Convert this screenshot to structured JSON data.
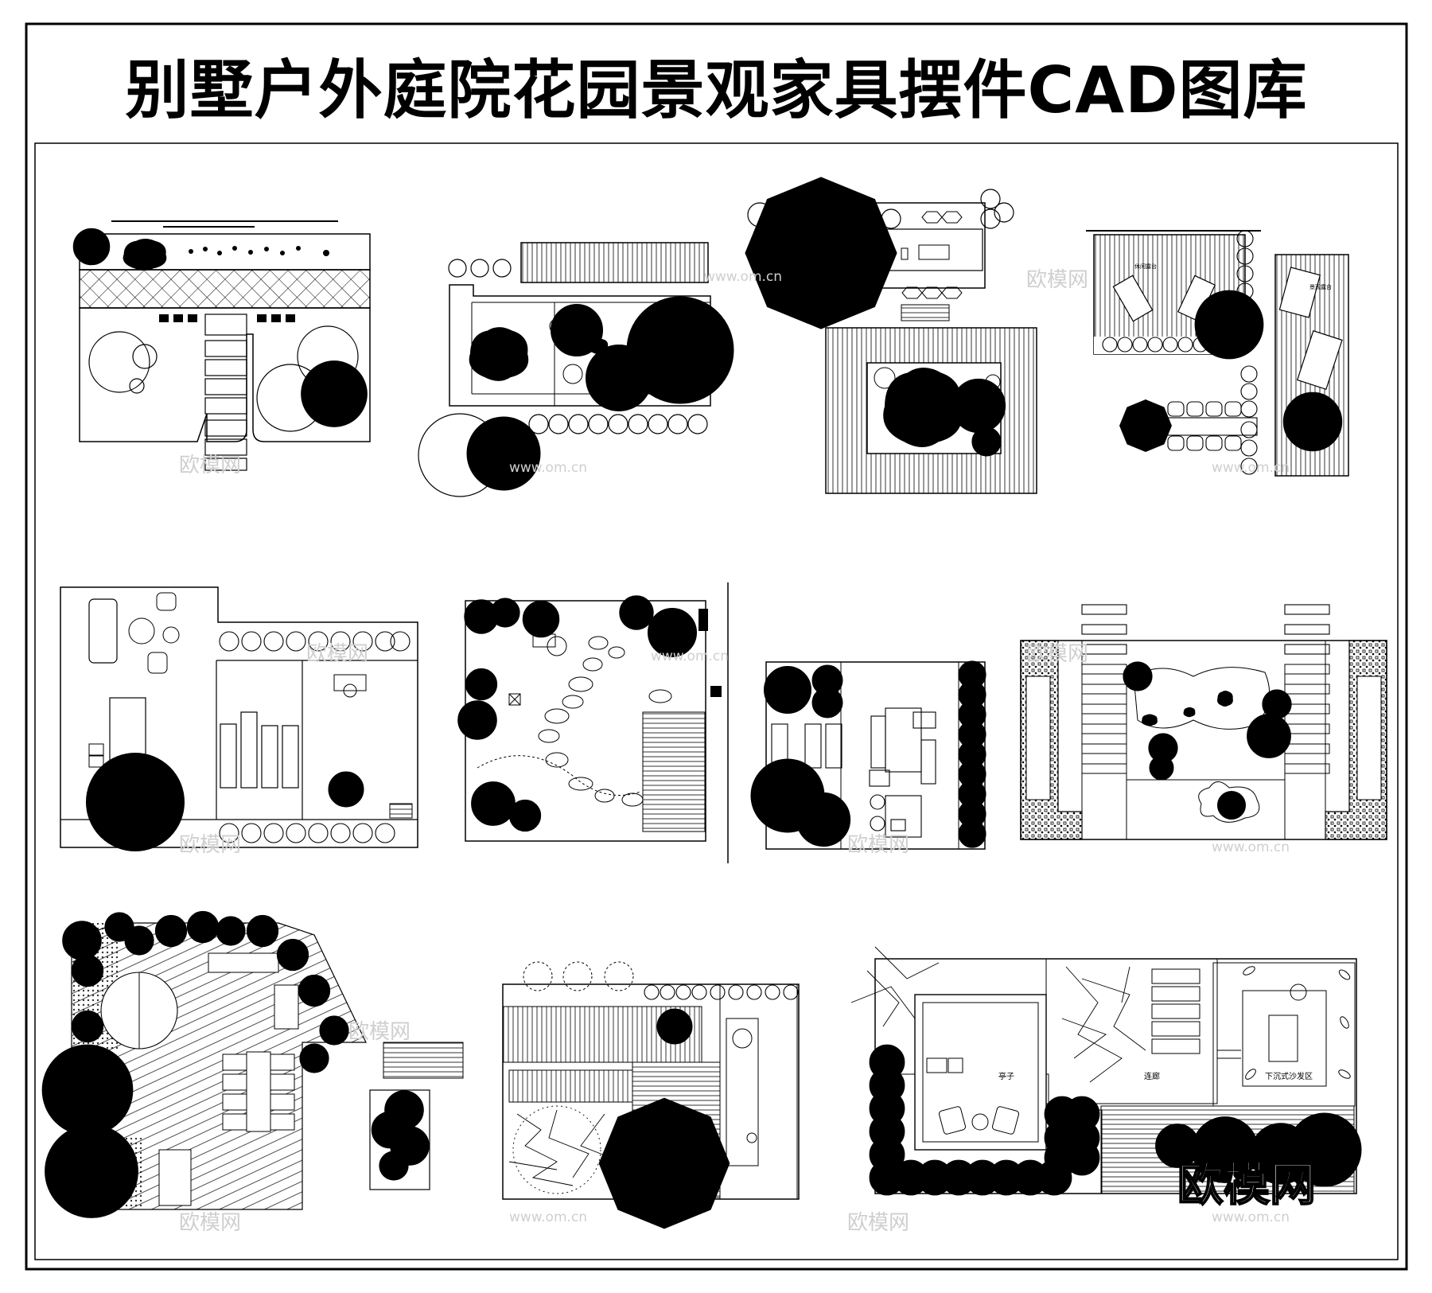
{
  "title": "别墅户外庭院花园景观家具摆件CAD图库",
  "watermark": {
    "cn": "欧模网",
    "url": "www.om.cn",
    "corner": "欧模网"
  },
  "plans": [
    {
      "id": "plan-1",
      "labels": []
    },
    {
      "id": "plan-2",
      "labels": []
    },
    {
      "id": "plan-3",
      "labels": []
    },
    {
      "id": "plan-4",
      "labels": [
        "休闲露台",
        "景观露台"
      ]
    },
    {
      "id": "plan-5",
      "labels": []
    },
    {
      "id": "plan-6",
      "labels": []
    },
    {
      "id": "plan-7",
      "labels": []
    },
    {
      "id": "plan-8",
      "labels": []
    },
    {
      "id": "plan-9",
      "labels": []
    },
    {
      "id": "plan-10",
      "labels": []
    },
    {
      "id": "plan-11",
      "labels": [
        "亭子",
        "连廊",
        "下沉式沙发区"
      ]
    }
  ],
  "colors": {
    "line": "#000000",
    "background": "#ffffff",
    "watermark": "#cfcfcf"
  }
}
